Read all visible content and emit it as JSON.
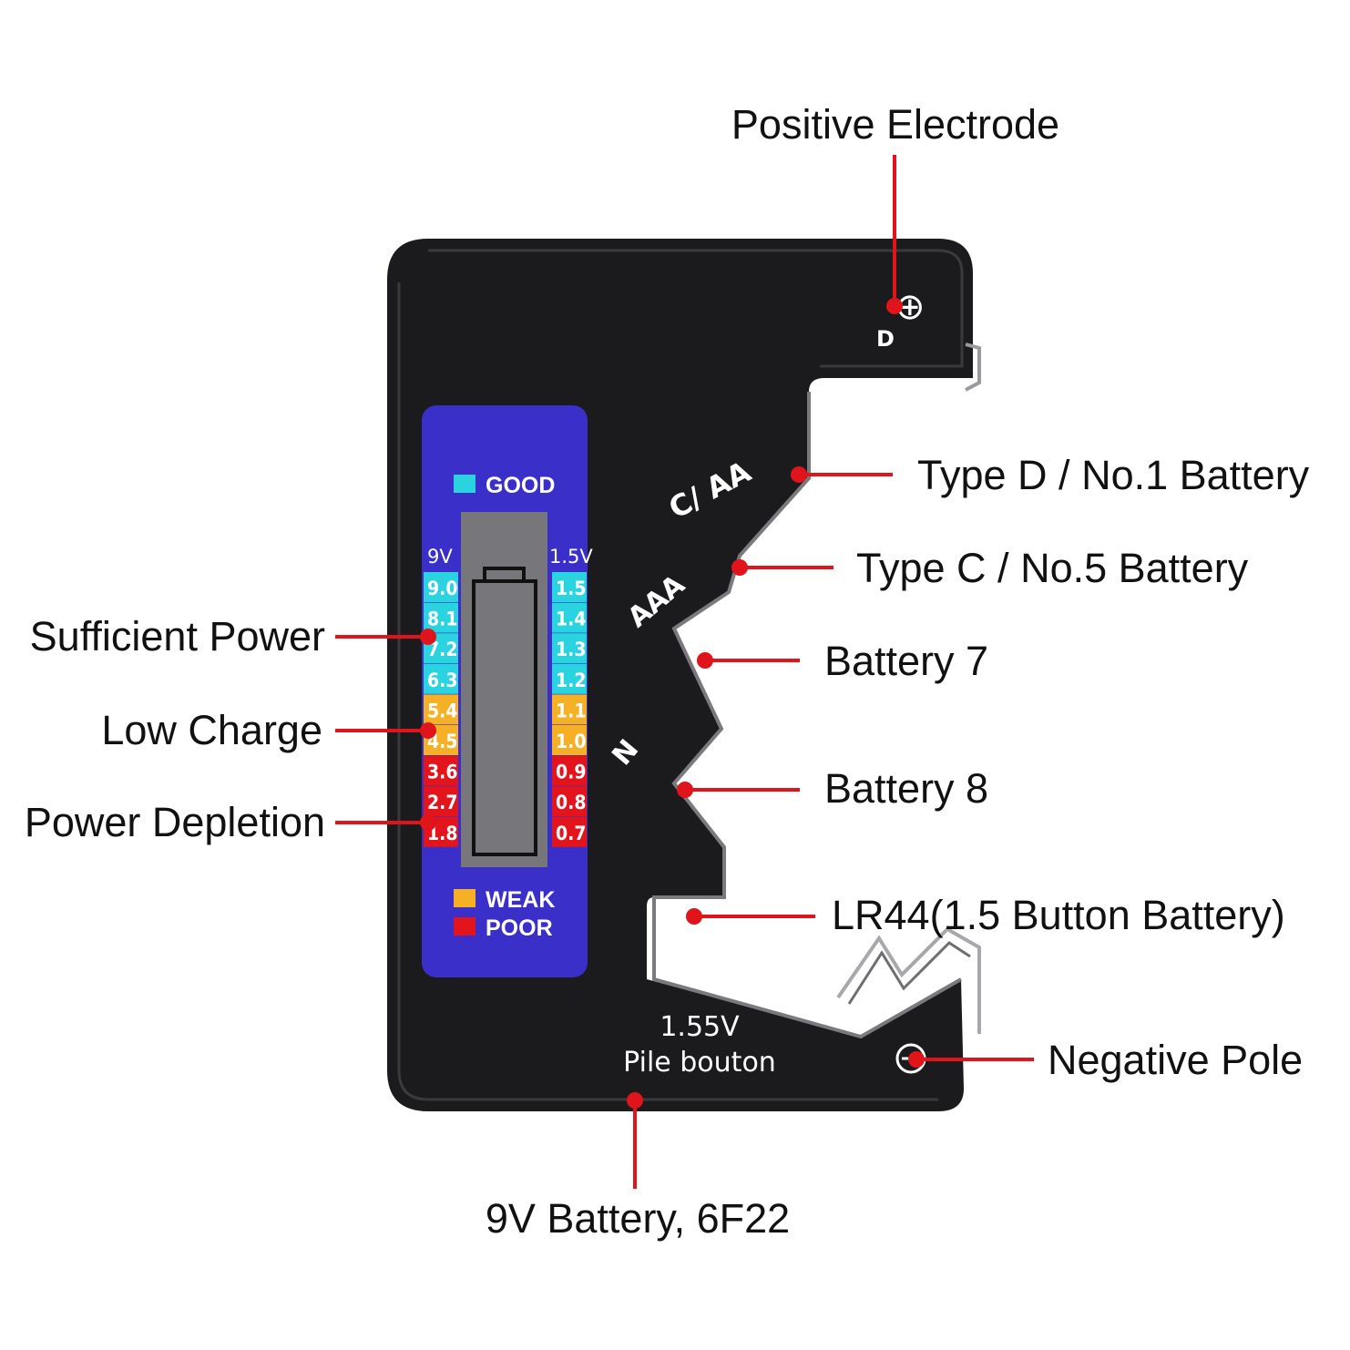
{
  "callouts": {
    "positive_electrode": "Positive Electrode",
    "type_d": "Type D / No.1 Battery",
    "type_c": "Type C / No.5 Battery",
    "battery_7": "Battery 7",
    "battery_8": "Battery 8",
    "lr44": "LR44(1.5 Button Battery)",
    "negative_pole": "Negative Pole",
    "nine_v": "9V Battery, 6F22",
    "sufficient_power": "Sufficient Power",
    "low_charge": "Low Charge",
    "power_depletion": "Power Depletion"
  },
  "device": {
    "slot_d": "D",
    "slot_c_aa": "C/ AA",
    "slot_aaa": "AAA",
    "slot_n": "N",
    "voltage": "1.55V",
    "pile_bouton": "Pile bouton",
    "positive_symbol": "⊕",
    "negative_symbol": "⊖",
    "body_color": "#1b1b1d",
    "accent_line_color": "#e0141b"
  },
  "indicator": {
    "good_label": "GOOD",
    "weak_label": "WEAK",
    "poor_label": "POOR",
    "col_9v_head": "9V",
    "col_15v_head": "1.5V",
    "scale_9v": [
      "9.0",
      "8.1",
      "7.2",
      "6.3",
      "5.4",
      "4.5",
      "3.6",
      "2.7",
      "1.8"
    ],
    "scale_15v": [
      "1.5",
      "1.4",
      "1.3",
      "1.2",
      "1.1",
      "1.0",
      "0.9",
      "0.8",
      "0.7"
    ],
    "colors": {
      "panel": "#3b2fc9",
      "good": "#29d3e0",
      "weak": "#f5b026",
      "poor": "#e3141b",
      "screen": "#77777b"
    }
  }
}
